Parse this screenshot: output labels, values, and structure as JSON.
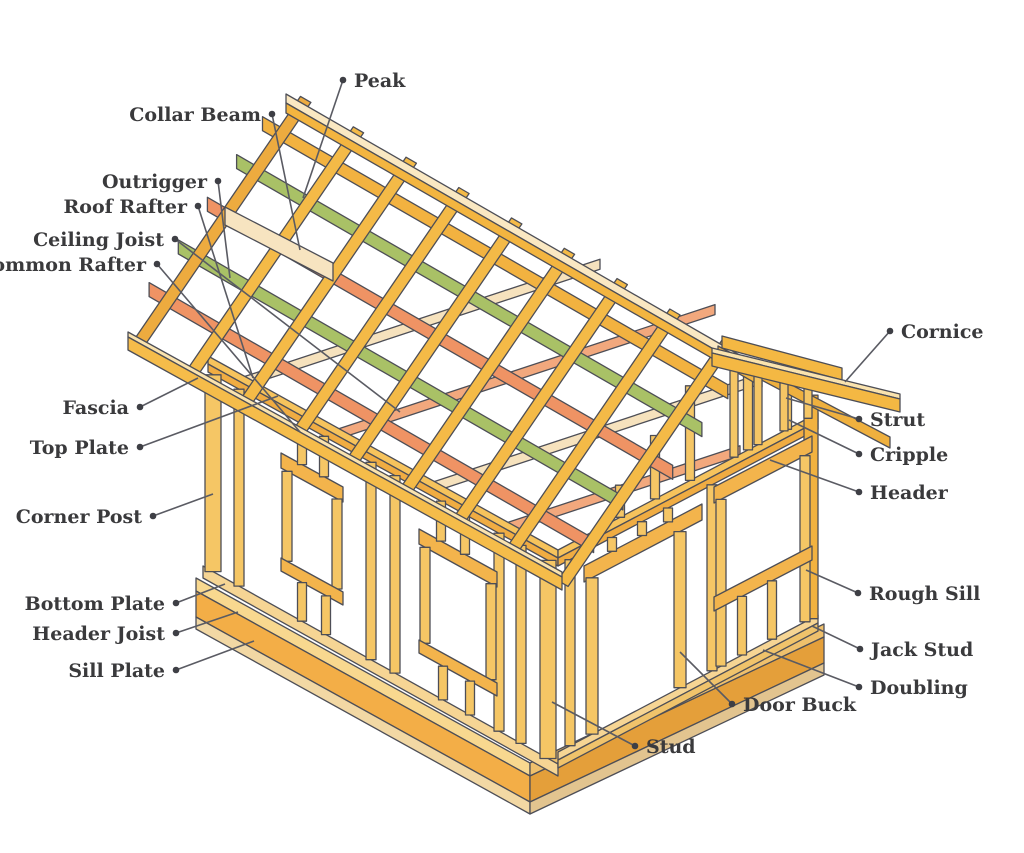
{
  "figure": {
    "type": "labeled-diagram",
    "subject": "House framing structure diagram",
    "background": "#ffffff",
    "colors": {
      "wood_yellow": "#F4B843",
      "wood_yellow_dark": "#F0AC42",
      "wood_light_face": "#FAE8C2",
      "wood_cream": "#F7E4C0",
      "green_board": "#A9C166",
      "salmon_board": "#EF9364",
      "outline": "#4D4E56",
      "label_text": "#3A3A3C",
      "leader_line": "#5A5B63"
    },
    "labels": [
      {
        "id": "peak",
        "text": "Peak",
        "side": "right",
        "dot": [
          343,
          80
        ],
        "target": [
          303,
          198
        ]
      },
      {
        "id": "collar-beam",
        "text": "Collar Beam",
        "side": "left",
        "dot": [
          272,
          114
        ],
        "target": [
          300,
          250
        ]
      },
      {
        "id": "outrigger",
        "text": "Outrigger",
        "side": "left",
        "dot": [
          218,
          181
        ],
        "target": [
          230,
          278
        ]
      },
      {
        "id": "roof-rafter",
        "text": "Roof Rafter",
        "side": "left",
        "dot": [
          198,
          206
        ],
        "target": [
          253,
          378
        ]
      },
      {
        "id": "ceiling-joist",
        "text": "Ceiling Joist",
        "side": "left",
        "dot": [
          175,
          239
        ],
        "target": [
          400,
          412
        ]
      },
      {
        "id": "common-rafter",
        "text": "Common Rafter",
        "side": "left",
        "dot": [
          157,
          264
        ],
        "target": [
          300,
          432
        ]
      },
      {
        "id": "fascia",
        "text": "Fascia",
        "side": "left",
        "dot": [
          140,
          407
        ],
        "target": [
          198,
          378
        ]
      },
      {
        "id": "top-plate",
        "text": "Top Plate",
        "side": "left",
        "dot": [
          140,
          447
        ],
        "target": [
          278,
          396
        ]
      },
      {
        "id": "corner-post",
        "text": "Corner Post",
        "side": "left",
        "dot": [
          153,
          516
        ],
        "target": [
          213,
          494
        ]
      },
      {
        "id": "bottom-plate",
        "text": "Bottom Plate",
        "side": "left",
        "dot": [
          176,
          603
        ],
        "target": [
          225,
          584
        ]
      },
      {
        "id": "header-joist",
        "text": "Header Joist",
        "side": "left",
        "dot": [
          176,
          633
        ],
        "target": [
          238,
          612
        ]
      },
      {
        "id": "sill-plate",
        "text": "Sill Plate",
        "side": "left",
        "dot": [
          176,
          670
        ],
        "target": [
          254,
          641
        ]
      },
      {
        "id": "cornice",
        "text": "Cornice",
        "side": "right",
        "dot": [
          890,
          331
        ],
        "target": [
          845,
          382
        ]
      },
      {
        "id": "strut",
        "text": "Strut",
        "side": "right",
        "dot": [
          859,
          419
        ],
        "target": [
          786,
          398
        ]
      },
      {
        "id": "cripple",
        "text": "Cripple",
        "side": "right",
        "dot": [
          859,
          454
        ],
        "target": [
          789,
          420
        ]
      },
      {
        "id": "header",
        "text": "Header",
        "side": "right",
        "dot": [
          859,
          492
        ],
        "target": [
          770,
          460
        ]
      },
      {
        "id": "rough-sill",
        "text": "Rough Sill",
        "side": "right",
        "dot": [
          858,
          593
        ],
        "target": [
          806,
          570
        ]
      },
      {
        "id": "jack-stud",
        "text": "Jack Stud",
        "side": "right",
        "dot": [
          860,
          649
        ],
        "target": [
          812,
          626
        ]
      },
      {
        "id": "doubling",
        "text": "Doubling",
        "side": "right",
        "dot": [
          859,
          687
        ],
        "target": [
          763,
          650
        ]
      },
      {
        "id": "door-buck",
        "text": "Door Buck",
        "side": "right",
        "dot": [
          732,
          704
        ],
        "target": [
          680,
          652
        ]
      },
      {
        "id": "stud",
        "text": "Stud",
        "side": "right",
        "dot": [
          635,
          746
        ],
        "target": [
          552,
          702
        ]
      }
    ]
  }
}
